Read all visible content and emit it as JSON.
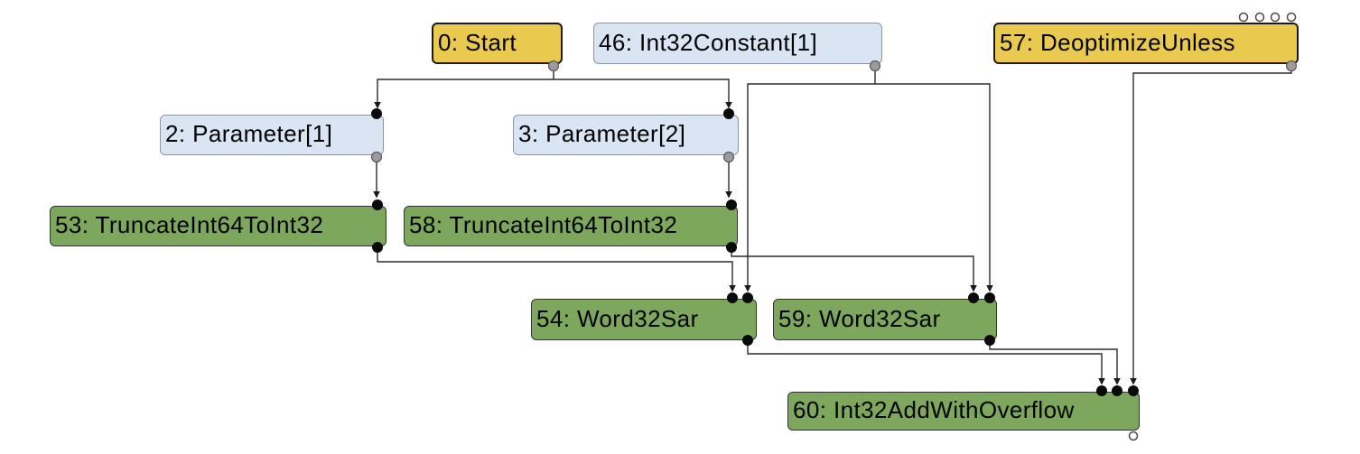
{
  "diagram": {
    "kind": "compiler-ir-sea-of-nodes-graph",
    "background": "#ffffff",
    "colors": {
      "control_node_yellow": "#e9c94e",
      "value_node_blue": "#d9e5f2",
      "machine_node_green": "#7da75c",
      "edge_stroke": "#2b2b2b",
      "input_port_black": "#0a0a0a",
      "output_port_gray": "#9b9b9b",
      "unconnected_port_white": "#ffffff"
    },
    "nodes": [
      {
        "id": "0",
        "label": "0: Start",
        "kind": "control"
      },
      {
        "id": "46",
        "label": "46: Int32Constant[1]",
        "kind": "value"
      },
      {
        "id": "57",
        "label": "57: DeoptimizeUnless",
        "kind": "control"
      },
      {
        "id": "2",
        "label": "2: Parameter[1]",
        "kind": "value"
      },
      {
        "id": "3",
        "label": "3: Parameter[2]",
        "kind": "value"
      },
      {
        "id": "53",
        "label": "53: TruncateInt64ToInt32",
        "kind": "machine"
      },
      {
        "id": "58",
        "label": "58: TruncateInt64ToInt32",
        "kind": "machine"
      },
      {
        "id": "54",
        "label": "54: Word32Sar",
        "kind": "machine"
      },
      {
        "id": "59",
        "label": "59: Word32Sar",
        "kind": "machine"
      },
      {
        "id": "60",
        "label": "60: Int32AddWithOverflow",
        "kind": "machine"
      }
    ],
    "edges": [
      {
        "from": "0",
        "to": "2"
      },
      {
        "from": "0",
        "to": "3"
      },
      {
        "from": "46",
        "to": "54"
      },
      {
        "from": "46",
        "to": "59"
      },
      {
        "from": "57",
        "to": "60"
      },
      {
        "from": "2",
        "to": "53"
      },
      {
        "from": "3",
        "to": "58"
      },
      {
        "from": "53",
        "to": "54"
      },
      {
        "from": "58",
        "to": "59"
      },
      {
        "from": "54",
        "to": "60"
      },
      {
        "from": "59",
        "to": "60"
      }
    ],
    "unconnected_inputs": {
      "node": "57",
      "count": 4
    },
    "unconnected_outputs": {
      "node": "60",
      "count": 1
    }
  }
}
